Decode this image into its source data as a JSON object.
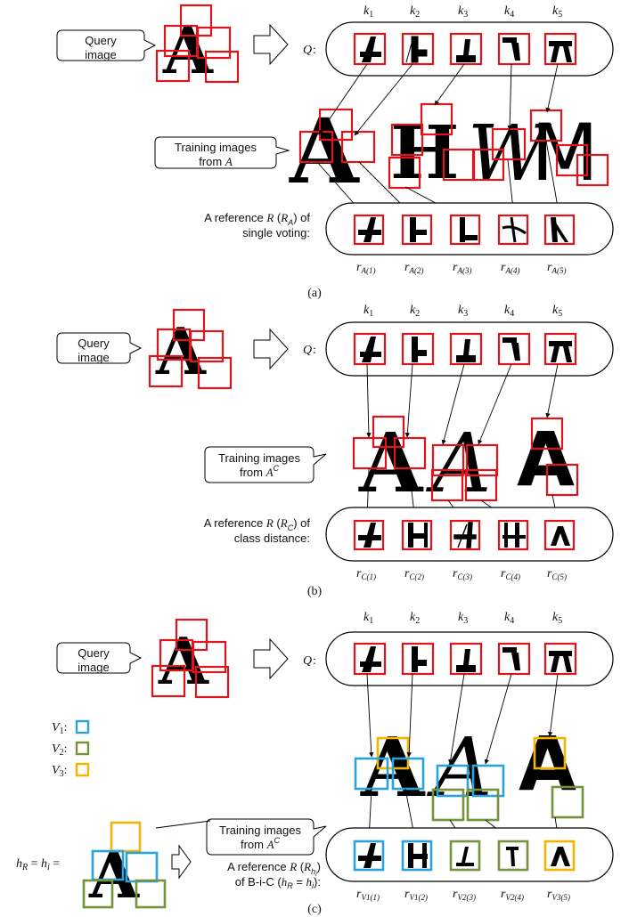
{
  "panel_a": {
    "keys": [
      "k1",
      "k2",
      "k3",
      "k4",
      "k5"
    ],
    "query_label": "Query image",
    "q_label": "Q:",
    "training_label_1": "Training images",
    "training_label_2": "from A",
    "reference_label_1": "A reference R (R",
    "reference_label_2": "single voting:",
    "ref_ticks": [
      "r",
      "r",
      "r",
      "r",
      "r"
    ],
    "ref_subs": [
      "A(1)",
      "A(2)",
      "A(3)",
      "A(4)",
      "A(5)"
    ],
    "training_letters": [
      "A",
      "H",
      "W",
      "M"
    ],
    "caption": "(a)"
  },
  "panel_b": {
    "keys": [
      "k1",
      "k2",
      "k3",
      "k4",
      "k5"
    ],
    "query_label": "Query image",
    "q_label": "Q:",
    "training_label_1": "Training images",
    "training_label_2": "from A",
    "reference_label_1": "A reference R (R",
    "reference_label_2": "class distance:",
    "ref_subs": [
      "C(1)",
      "C(2)",
      "C(3)",
      "C(4)",
      "C(5)"
    ],
    "caption": "(b)"
  },
  "panel_c": {
    "keys": [
      "k1",
      "k2",
      "k3",
      "k4",
      "k5"
    ],
    "query_label": "Query image",
    "q_label": "Q:",
    "legend": [
      {
        "label": "V1:",
        "color": "#2aa3dc"
      },
      {
        "label": "V2:",
        "color": "#76923c"
      },
      {
        "label": "V3:",
        "color": "#f4b400"
      }
    ],
    "training_label_1": "Training images",
    "training_label_2": "from A",
    "reference_label_1": "A reference R (R",
    "reference_label_2": "of B-i-C (h",
    "hr_label": "h",
    "ref_subs": [
      "V1(1)",
      "V1(2)",
      "V2(3)",
      "V2(4)",
      "V3(5)"
    ],
    "caption": "(c)"
  }
}
